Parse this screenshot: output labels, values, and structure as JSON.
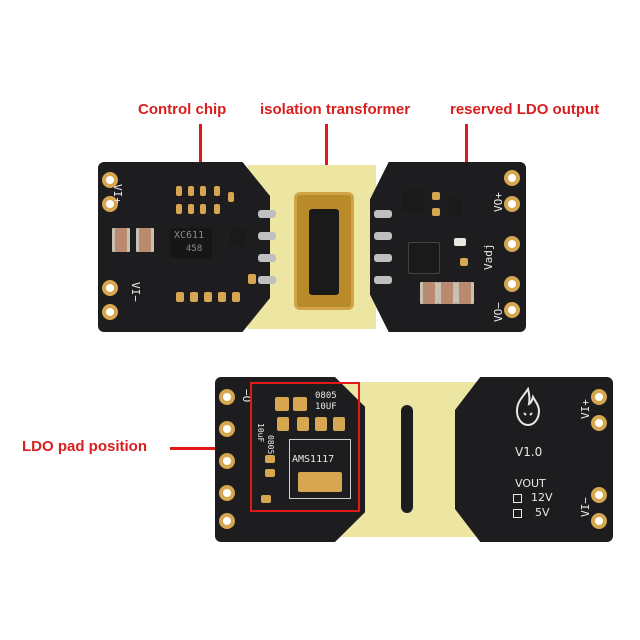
{
  "annotations": {
    "control_chip": "Control chip",
    "isolation_transformer": "isolation transformer",
    "reserved_ldo": "reserved LDO output",
    "ldo_pad": "LDO pad position"
  },
  "top_board": {
    "vi_plus": "VI+",
    "vi_minus": "VI−",
    "vo_plus": "VO+",
    "vo_minus": "VO−",
    "vadj": "Vadj",
    "chip_mark": "XC611",
    "chip_code": "458"
  },
  "bottom_board": {
    "cap_size": "0805",
    "cap_value": "10UF",
    "cap_value_2": "10uF",
    "cap_size_2": "0805",
    "ldo_part": "AMS1117",
    "version": "V1.0",
    "vout_label": "VOUT",
    "opt_12v": "12V",
    "opt_5v": "5V",
    "vi_plus": "VI+",
    "vi_minus": "VI−",
    "out_marker": "−O"
  },
  "colors": {
    "pcb": "#1d1d1f",
    "substrate": "#ece6a2",
    "pad": "#d6a650",
    "annotation": "#d81e1e"
  },
  "icons": [
    "flame-logo-icon",
    "checkbox-square-icon"
  ]
}
